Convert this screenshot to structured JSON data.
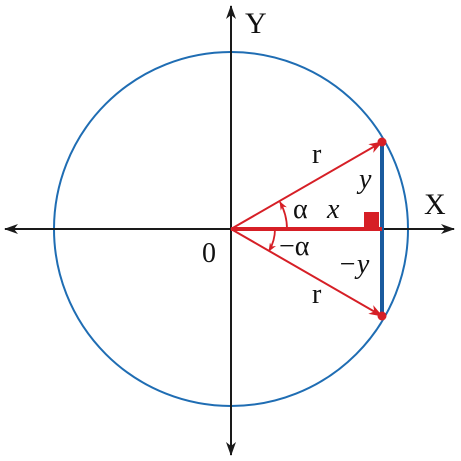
{
  "labels": {
    "y_axis": "Y",
    "x_axis": "X",
    "origin": "0",
    "radius_upper": "r",
    "radius_lower": "r",
    "angle_positive": "α",
    "angle_negative": "−α",
    "x_projection": "x",
    "y_positive": "y",
    "y_negative": "−y"
  },
  "colors": {
    "axis": "#1a1a1a",
    "circle": "#1f6db3",
    "radius_vector": "#d61f26",
    "x_segment": "#d61f26",
    "y_segment": "#1a5b9e",
    "point": "#d61f26",
    "right_angle_marker": "#d61f26"
  }
}
